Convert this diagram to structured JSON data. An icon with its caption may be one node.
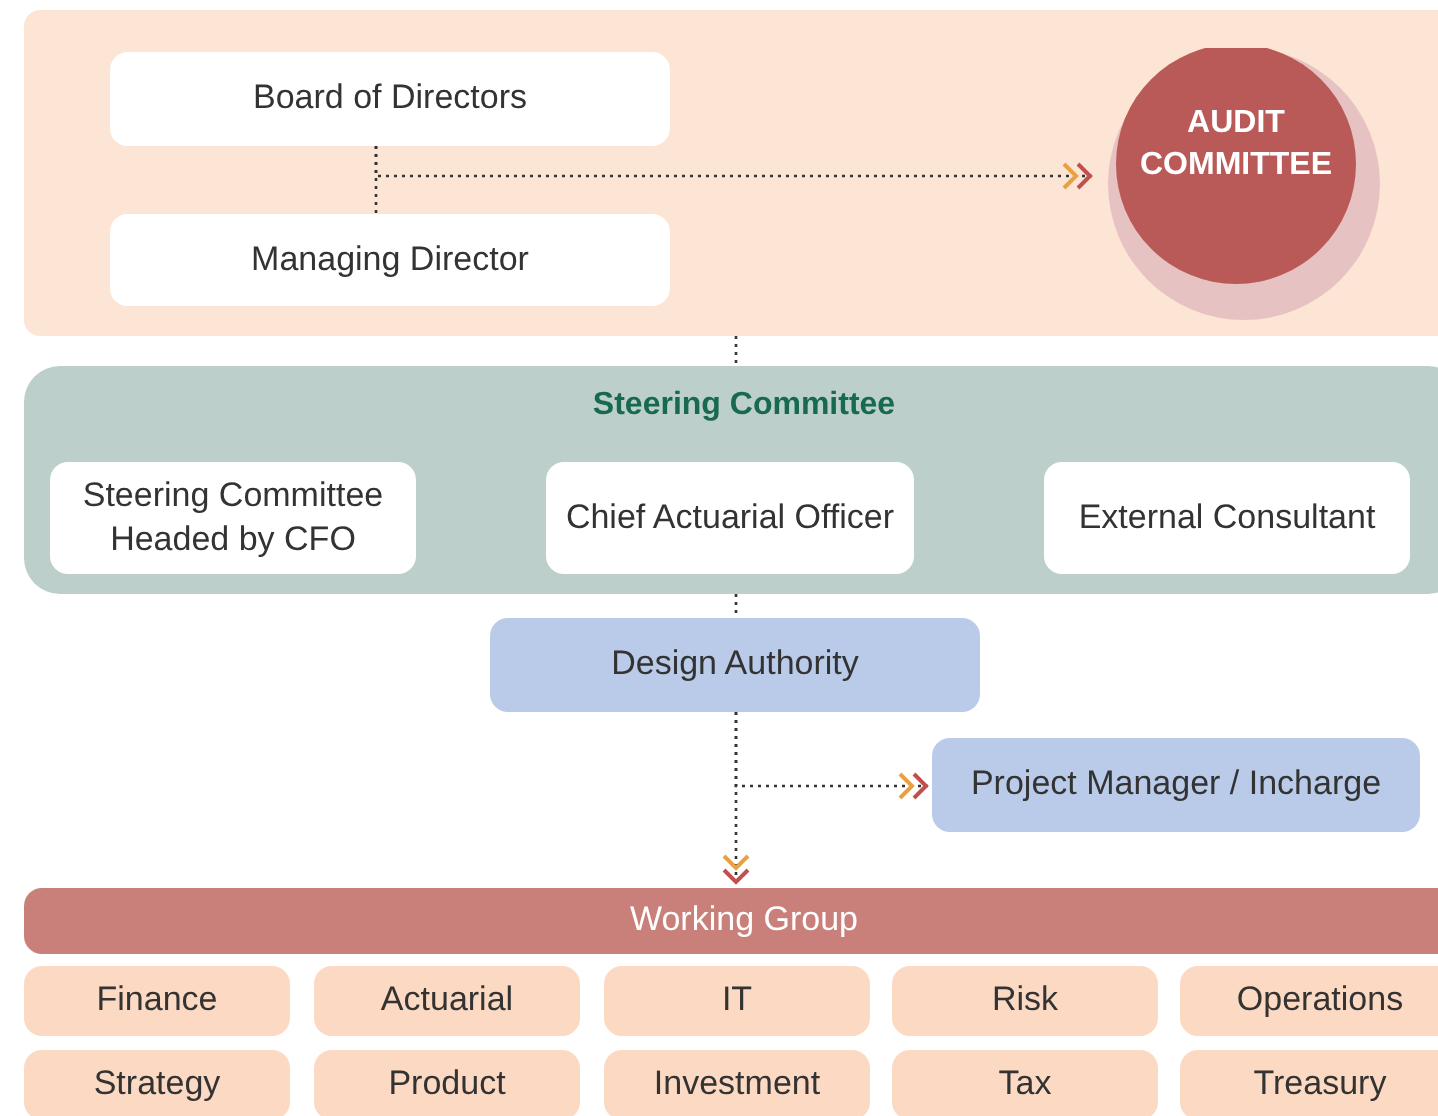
{
  "diagram": {
    "nodes": [
      {
        "text": [],
        "shape": "box"
      },
      {
        "text": [
          "Board of Directors"
        ],
        "in": 0
      },
      {
        "text": [
          "Managing Director"
        ],
        "in": 0
      },
      {
        "text": [
          "AUDIT COMMITTEE"
        ],
        "in": 0
      },
      {
        "text": [
          "Steering Committee"
        ]
      },
      {
        "text": [
          "Steering Committee Headed by CFO"
        ],
        "in": 4
      },
      {
        "text": [
          "Chief Actuarial Officer"
        ],
        "in": 4
      },
      {
        "text": [
          "External Consultant"
        ],
        "in": 4
      },
      {
        "text": [
          "Design Authority"
        ]
      },
      {
        "text": [
          "Project Manager / Incharge"
        ]
      },
      {
        "text": [
          "Working Group"
        ]
      },
      {
        "text": [
          "Finance"
        ]
      },
      {
        "text": [
          "Actuarial"
        ]
      },
      {
        "text": [
          "IT"
        ]
      },
      {
        "text": [
          "Risk"
        ]
      },
      {
        "text": [
          "Operations"
        ]
      },
      {
        "text": [
          "Strategy"
        ]
      },
      {
        "text": [
          "Product"
        ]
      },
      {
        "text": [
          "Investment"
        ]
      },
      {
        "text": [
          "Tax"
        ]
      },
      {
        "text": [
          "Treasury"
        ]
      }
    ],
    "edges": [
      {
        "from": 1,
        "to": 2,
        "arrow": "none",
        "style": "dashed"
      },
      {
        "from": 1,
        "to": 3,
        "arrow": "to",
        "style": "dashed"
      },
      {
        "from": 0,
        "to": 4,
        "arrow": "none",
        "style": "dashed"
      },
      {
        "from": 4,
        "to": 8,
        "arrow": "none",
        "style": "dashed"
      },
      {
        "from": 8,
        "to": 10,
        "arrow": "to",
        "style": "dashed"
      },
      {
        "from": 8,
        "to": 9,
        "arrow": "to",
        "style": "dashed"
      }
    ]
  }
}
